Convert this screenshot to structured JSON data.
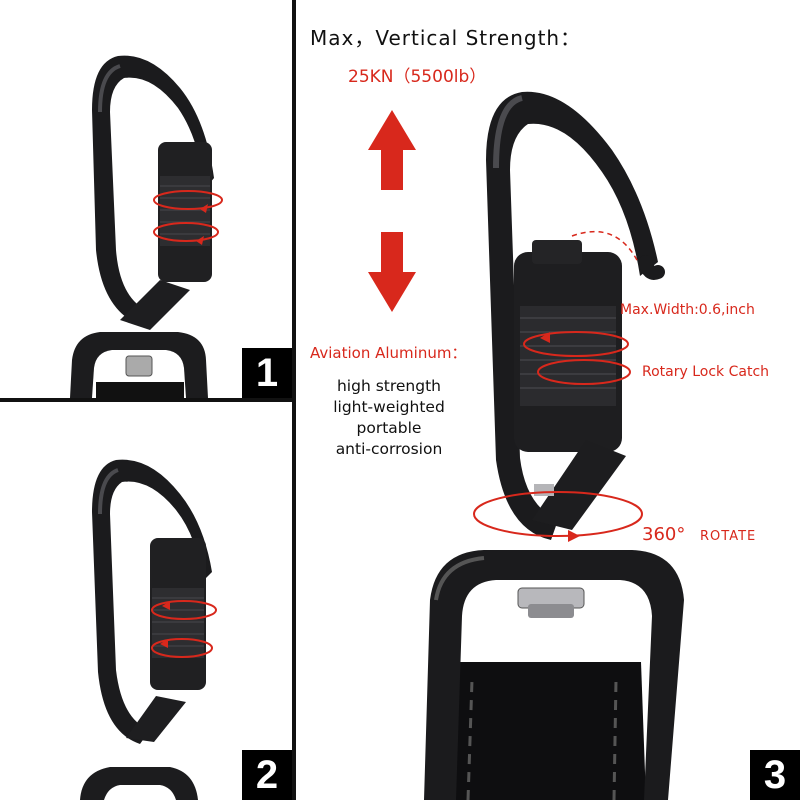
{
  "panels": [
    {
      "number": "1"
    },
    {
      "number": "2"
    },
    {
      "number": "3"
    }
  ],
  "headline": "Max，Vertical Strength：",
  "strength_value": "25KN（5500lb）",
  "material": {
    "heading": "Aviation Aluminum：",
    "features": [
      "high strength",
      "light-weighted",
      "portable",
      "anti-corrosion"
    ]
  },
  "callouts": {
    "max_width": "Max.Width:0.6,inch",
    "rotary_lock": "Rotary Lock Catch",
    "rotate_degrees": "360°",
    "rotate_word": "ROTATE"
  },
  "colors": {
    "accent_red": "#d8281c",
    "metal_black": "#1b1b1d",
    "background": "#ffffff"
  }
}
